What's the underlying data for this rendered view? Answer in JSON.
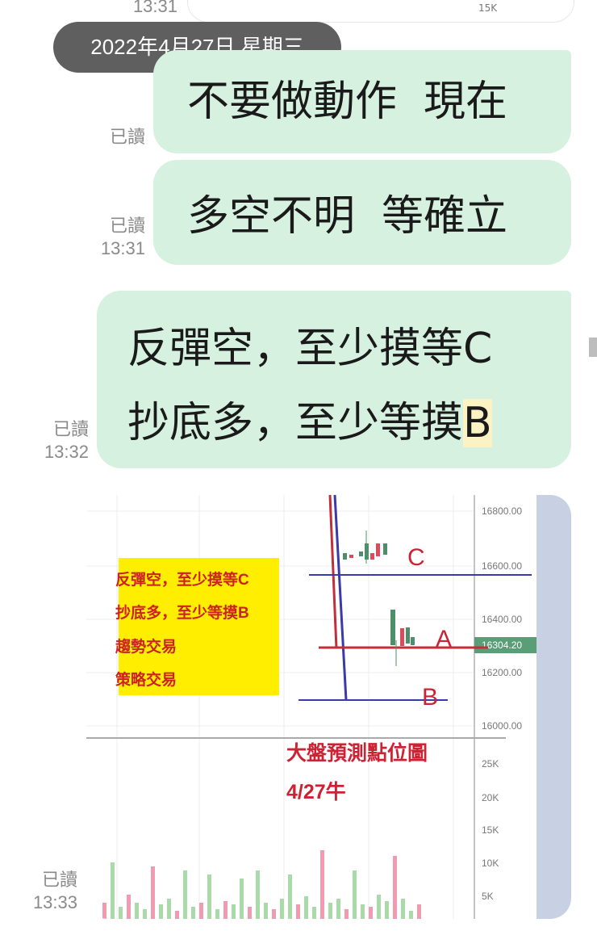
{
  "date_divider": "2022年4月27日 星期三",
  "previous_message": {
    "time": "13:31",
    "axis_label": "15K"
  },
  "messages": [
    {
      "text": "不要做動作  現在",
      "read": "已讀",
      "time": ""
    },
    {
      "text": "多空不明  等確立",
      "read": "已讀",
      "time": "13:31"
    },
    {
      "lines": [
        "反彈空，至少摸等C",
        "抄底多，至少等摸"
      ],
      "highlight": "B",
      "read": "已讀",
      "time": "13:32"
    },
    {
      "type": "image",
      "read": "已讀",
      "time": "13:33",
      "image": {
        "note_lines": [
          "反彈空，至少摸等C",
          "抄底多，至少等摸B",
          "趨勢交易",
          "策略交易"
        ],
        "labels": {
          "c": "C",
          "a": "A",
          "b": "B"
        },
        "caption": [
          "大盤預測點位圖",
          "4/27牛"
        ],
        "price_ticks": [
          "16800.00",
          "16600.00",
          "16400.00",
          "16200.00",
          "16000.00"
        ],
        "current_price": "16304.20",
        "volume_ticks": [
          "25K",
          "20K",
          "15K",
          "10K",
          "5K"
        ],
        "colors": {
          "note_bg": "#ffee00",
          "note_text": "#cc2222",
          "up": "#d94c5c",
          "down": "#4c8f6a",
          "line_blue": "#3a3aa8",
          "line_red": "#c0303a",
          "price_tag": "#5a9e78"
        }
      }
    }
  ]
}
